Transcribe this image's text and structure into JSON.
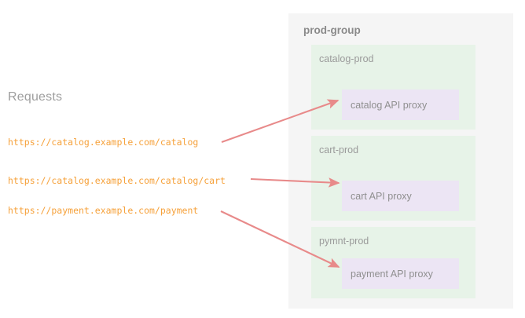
{
  "requests": {
    "heading": "Requests",
    "urls": [
      "https://catalog.example.com/catalog",
      "https://catalog.example.com/catalog/cart",
      "https://payment.example.com/payment"
    ]
  },
  "prod_group": {
    "label": "prod-group",
    "environments": [
      {
        "label": "catalog-prod",
        "proxy": "catalog API proxy"
      },
      {
        "label": "cart-prod",
        "proxy": "cart API proxy"
      },
      {
        "label": "pymnt-prod",
        "proxy": "payment API proxy"
      }
    ]
  },
  "arrows": [
    {
      "name": "arrow-catalog-to-catalog-prod",
      "from_request": 0,
      "to_environment": 0
    },
    {
      "name": "arrow-cart-to-cart-prod",
      "from_request": 1,
      "to_environment": 1
    },
    {
      "name": "arrow-payment-to-pymnt-prod",
      "from_request": 2,
      "to_environment": 2
    }
  ],
  "colors": {
    "page_background": "#ffffff",
    "group_panel": "#f5f5f5",
    "environment_box": "#e7f3e8",
    "proxy_box": "#ece5f4",
    "url_text": "#f6a13a",
    "heading_text": "#9e9e9e",
    "label_text": "#8f8f8f",
    "arrow": "#e88a8a"
  }
}
